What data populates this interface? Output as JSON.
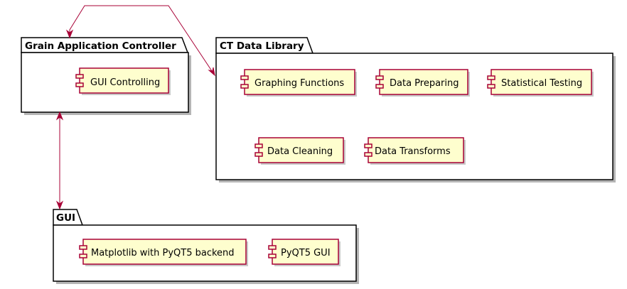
{
  "colors": {
    "component_fill": "#fefece",
    "component_border": "#a80036",
    "link": "#a80036",
    "package_border": "#000000"
  },
  "packages": [
    {
      "id": "grain_app_controller",
      "title": "Grain Application Controller",
      "components": [
        "GUI Controlling"
      ]
    },
    {
      "id": "ct_data_library",
      "title": "CT Data Library",
      "components": [
        "Graphing Functions",
        "Data Preparing",
        "Statistical Testing",
        "Data Cleaning",
        "Data Transforms"
      ]
    },
    {
      "id": "gui",
      "title": "GUI",
      "components": [
        "Matplotlib with PyQT5 backend",
        "PyQT5 GUI"
      ]
    }
  ],
  "links": [
    {
      "from": "grain_app_controller",
      "to": "ct_data_library",
      "style": "bidirectional-arrow"
    },
    {
      "from": "grain_app_controller",
      "to": "gui",
      "style": "bidirectional-arrow"
    }
  ]
}
